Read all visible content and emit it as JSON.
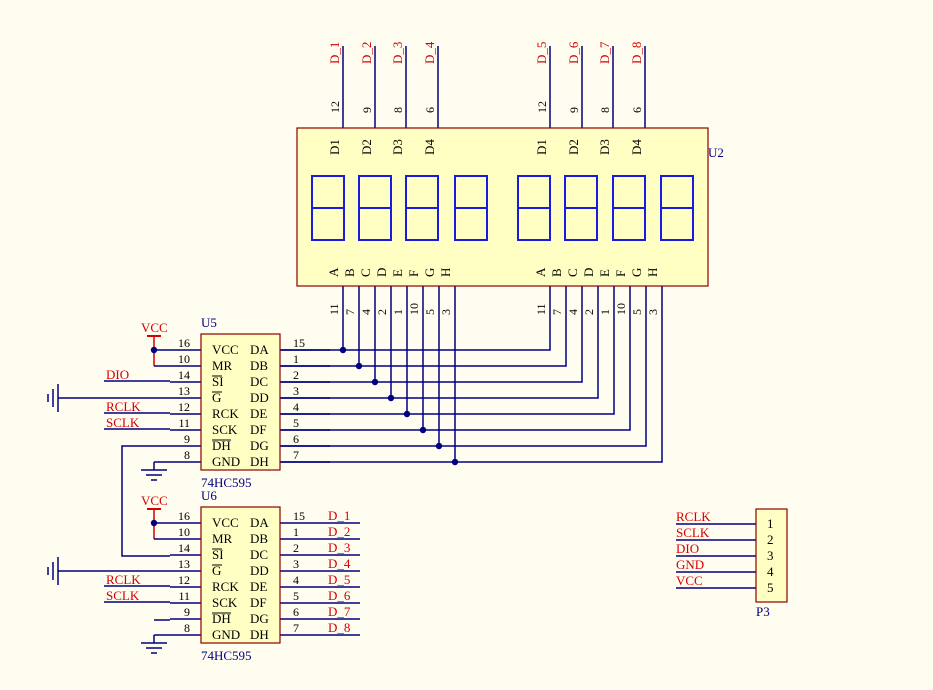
{
  "colors": {
    "background": "#fffcf0",
    "component_fill": "#ffffc4",
    "component_border": "#8b0000",
    "wire": "#000080",
    "net_label": "#d40000",
    "segment": "#1a1ae6",
    "text": "#000000"
  },
  "u2": {
    "designator": "U2",
    "top_nets": [
      "D_1",
      "D_2",
      "D_3",
      "D_4",
      "D_5",
      "D_6",
      "D_7",
      "D_8"
    ],
    "top_pins": [
      "12",
      "9",
      "8",
      "6"
    ],
    "digit_labels": [
      "D1",
      "D2",
      "D3",
      "D4"
    ],
    "segment_labels": [
      "A",
      "B",
      "C",
      "D",
      "E",
      "F",
      "G",
      "H"
    ],
    "bottom_pins": [
      "11",
      "7",
      "4",
      "2",
      "1",
      "10",
      "5",
      "3"
    ]
  },
  "u5": {
    "designator": "U5",
    "part": "74HC595",
    "left_pins": [
      "16",
      "10",
      "14",
      "13",
      "12",
      "11",
      "9",
      "8"
    ],
    "left_names": [
      "VCC",
      "MR",
      "SI",
      "G",
      "RCK",
      "SCK",
      "DH",
      "GND"
    ],
    "right_names": [
      "DA",
      "DB",
      "DC",
      "DD",
      "DE",
      "DF",
      "DG",
      "DH"
    ],
    "right_pins": [
      "15",
      "1",
      "2",
      "3",
      "4",
      "5",
      "6",
      "7"
    ],
    "vcc_label": "VCC",
    "input_nets": [
      "DIO",
      "RCLK",
      "SCLK"
    ]
  },
  "u6": {
    "designator": "U6",
    "part": "74HC595",
    "left_pins": [
      "16",
      "10",
      "14",
      "13",
      "12",
      "11",
      "9",
      "8"
    ],
    "left_names": [
      "VCC",
      "MR",
      "SI",
      "G",
      "RCK",
      "SCK",
      "DH",
      "GND"
    ],
    "right_names": [
      "DA",
      "DB",
      "DC",
      "DD",
      "DE",
      "DF",
      "DG",
      "DH"
    ],
    "right_pins": [
      "15",
      "1",
      "2",
      "3",
      "4",
      "5",
      "6",
      "7"
    ],
    "vcc_label": "VCC",
    "input_nets": [
      "RCLK",
      "SCLK"
    ],
    "output_nets": [
      "D_1",
      "D_2",
      "D_3",
      "D_4",
      "D_5",
      "D_6",
      "D_7",
      "D_8"
    ]
  },
  "p3": {
    "designator": "P3",
    "pins": [
      "1",
      "2",
      "3",
      "4",
      "5"
    ],
    "nets": [
      "RCLK",
      "SCLK",
      "DIO",
      "GND",
      "VCC"
    ]
  }
}
